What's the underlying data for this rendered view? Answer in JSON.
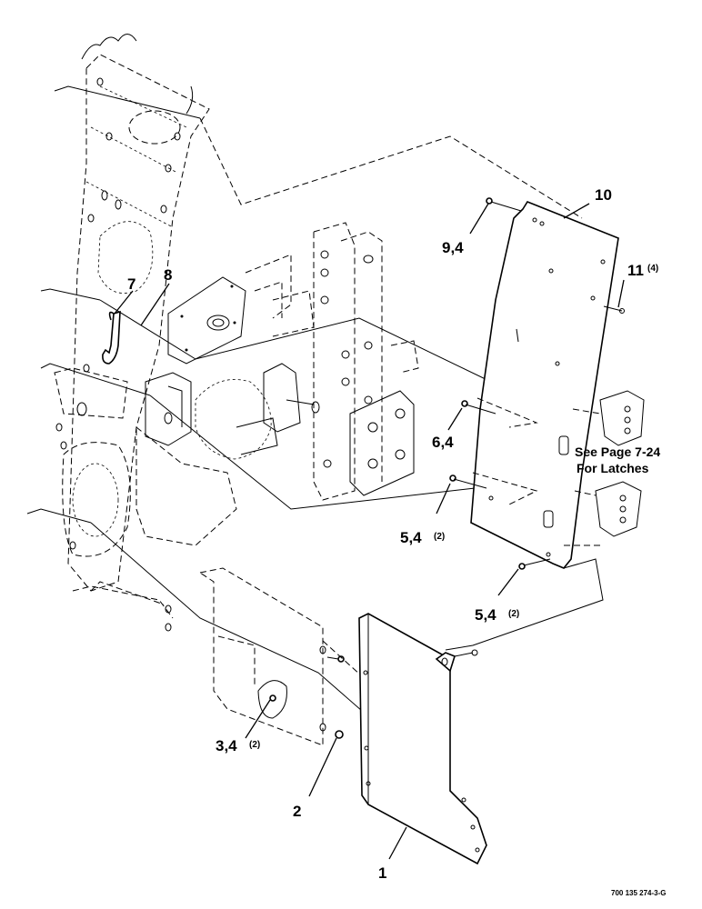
{
  "diagram": {
    "callouts": [
      {
        "id": "c1",
        "label": "1",
        "qty": ""
      },
      {
        "id": "c2",
        "label": "2",
        "qty": ""
      },
      {
        "id": "c3",
        "label": "3,4",
        "qty": "(2)"
      },
      {
        "id": "c5a",
        "label": "5,4",
        "qty": "(2)"
      },
      {
        "id": "c5b",
        "label": "5,4",
        "qty": "(2)"
      },
      {
        "id": "c6",
        "label": "6,4",
        "qty": ""
      },
      {
        "id": "c7",
        "label": "7",
        "qty": ""
      },
      {
        "id": "c8",
        "label": "8",
        "qty": ""
      },
      {
        "id": "c9",
        "label": "9,4",
        "qty": ""
      },
      {
        "id": "c10",
        "label": "10",
        "qty": ""
      },
      {
        "id": "c11",
        "label": "11",
        "qty": "(4)"
      }
    ],
    "note_line1": "See Page 7-24",
    "note_line2": "For Latches",
    "drawing_number": "700 135 274-3-G"
  }
}
